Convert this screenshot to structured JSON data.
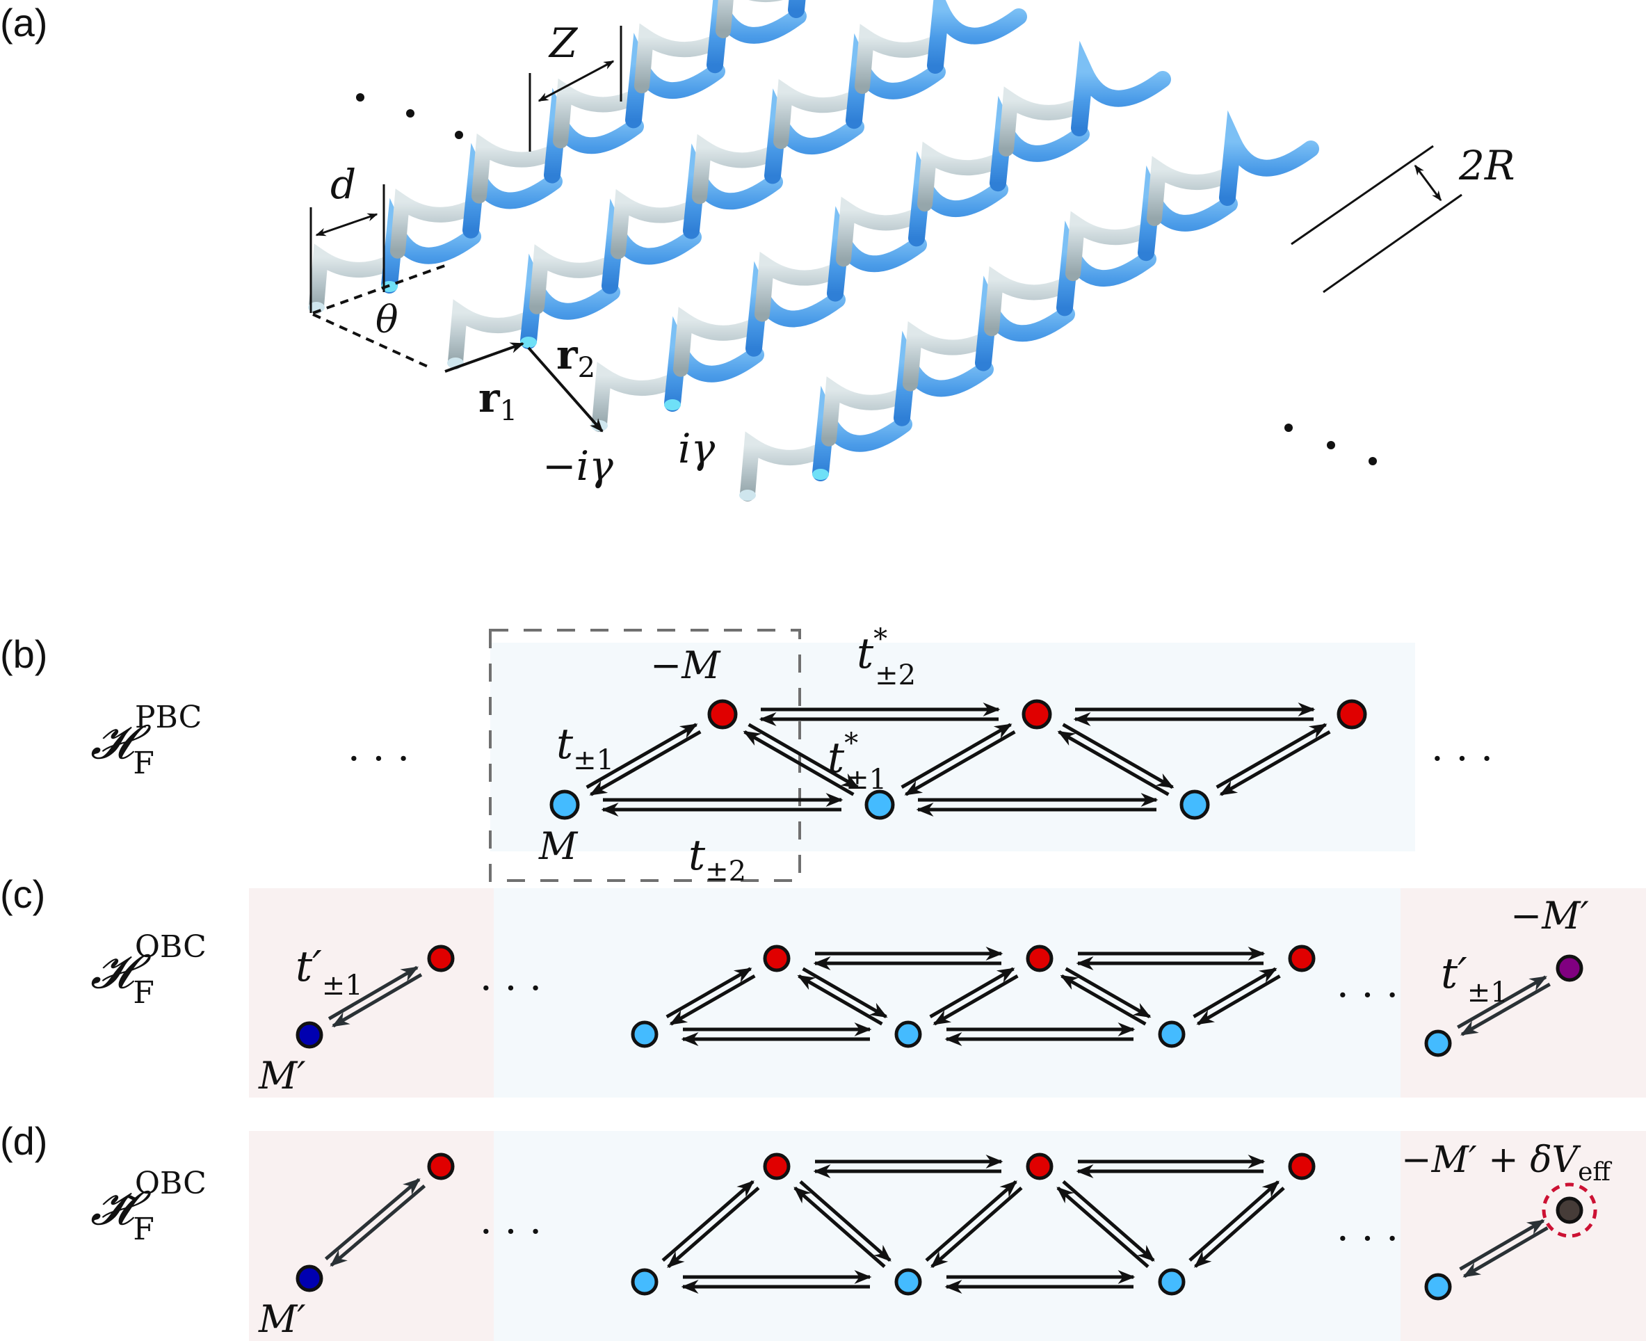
{
  "figure": {
    "panels": [
      {
        "id": "a",
        "label": "(a)"
      },
      {
        "id": "b",
        "label": "(b)"
      },
      {
        "id": "c",
        "label": "(c)"
      },
      {
        "id": "d",
        "label": "(d)"
      }
    ],
    "panel_a": {
      "labels": {
        "d": "d",
        "Z": "Z",
        "theta": "θ",
        "two_R": "2R",
        "r1": "r",
        "r1_sub": "1",
        "r2": "r",
        "r2_sub": "2",
        "minus_i_gamma": "−iγ",
        "i_gamma": "iγ",
        "ellipsis": "· · ·"
      },
      "helix_colors": {
        "gain": "#4a9be8",
        "loss": "#b9c7cc"
      },
      "helix_rows": 4
    },
    "panel_b": {
      "hamiltonian": "𝓗",
      "hamiltonian_sub": "F",
      "hamiltonian_sup": "PBC",
      "ellipsis": "· · ·",
      "labels": {
        "minus_M": "−M",
        "M": "M",
        "t_pm1": "t",
        "t_pm1_sub": "±1",
        "t_pm2": "t",
        "t_pm2_sub": "±2",
        "t_pm1_star": "t",
        "t_pm1_star_sup": "*",
        "t_pm1_star_sub": "±1",
        "t_pm2_star": "t",
        "t_pm2_star_sup": "*",
        "t_pm2_star_sub": "±2"
      },
      "unit_cells": 3
    },
    "panel_c": {
      "hamiltonian": "𝓗",
      "hamiltonian_sub": "F",
      "hamiltonian_sup": "OBC",
      "ellipsis": "· · ·",
      "labels": {
        "M_prime": "M′",
        "minus_M_prime": "−M′",
        "t_prime": "t′",
        "t_prime_sub": "±1"
      },
      "unit_cells": 3
    },
    "panel_d": {
      "hamiltonian": "𝓗̃",
      "hamiltonian_sub": "F",
      "hamiltonian_sup": "OBC",
      "ellipsis": "· · ·",
      "labels": {
        "M_prime": "M′",
        "edge_potential": "−M′ + δV",
        "edge_potential_sub": "eff"
      },
      "unit_cells": 3
    },
    "colors": {
      "gain_site": "#e00000",
      "loss_site": "#44bbff",
      "edge_loss_site": "#0000b0",
      "edge_gain_site": "#800080",
      "modified_edge_site": "#463c38",
      "bulk_background": "#f4f9fc",
      "edge_background": "#f9f1f1",
      "dashed_highlight": "#cc1133",
      "unit_cell_box": "#707070"
    }
  }
}
